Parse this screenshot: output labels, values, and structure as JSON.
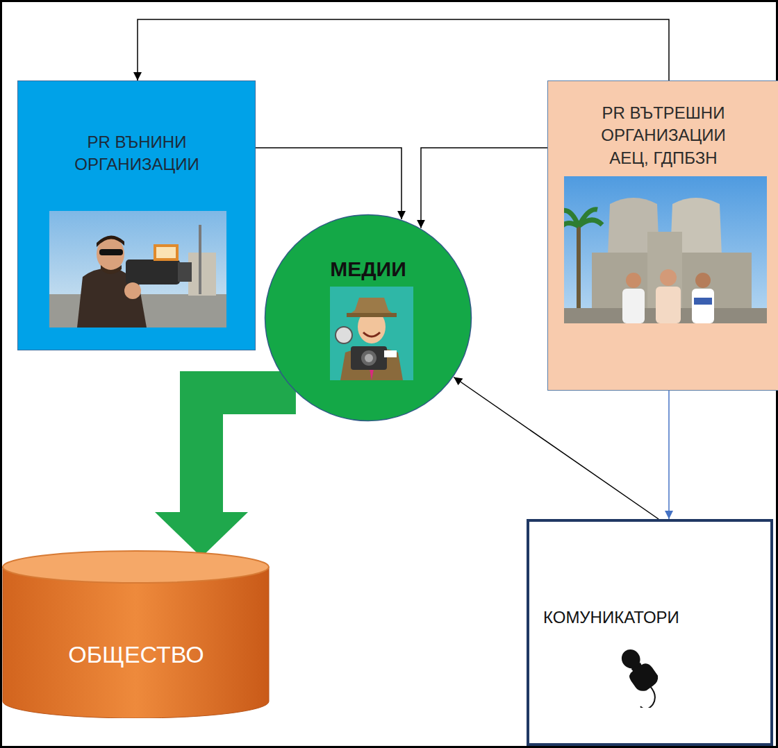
{
  "diagram": {
    "nodes": [
      {
        "text": [
          "PR ВЪНИНИ ОРГАНИЗАЦИИ"
        ]
      },
      {
        "text": [
          "PR ВЪТРЕШНИ ОРГАНИЗАЦИИ АЕЦ, ГДПБЗН"
        ]
      },
      {
        "text": [
          "МЕДИИ"
        ]
      },
      {
        "text": [
          "ОБЩЕСТВО"
        ]
      },
      {
        "text": [
          "КОМУНИКАТОРИ"
        ]
      }
    ],
    "edges": [
      {
        "from": 1,
        "to": 0,
        "arrow": "to"
      },
      {
        "from": 0,
        "to": 2,
        "arrow": "to"
      },
      {
        "from": 1,
        "to": 2,
        "arrow": "to"
      },
      {
        "from": 1,
        "to": 4,
        "arrow": "to"
      },
      {
        "from": 4,
        "to": 2,
        "arrow": "to"
      },
      {
        "from": 2,
        "to": 3,
        "arrow": "to"
      }
    ]
  }
}
